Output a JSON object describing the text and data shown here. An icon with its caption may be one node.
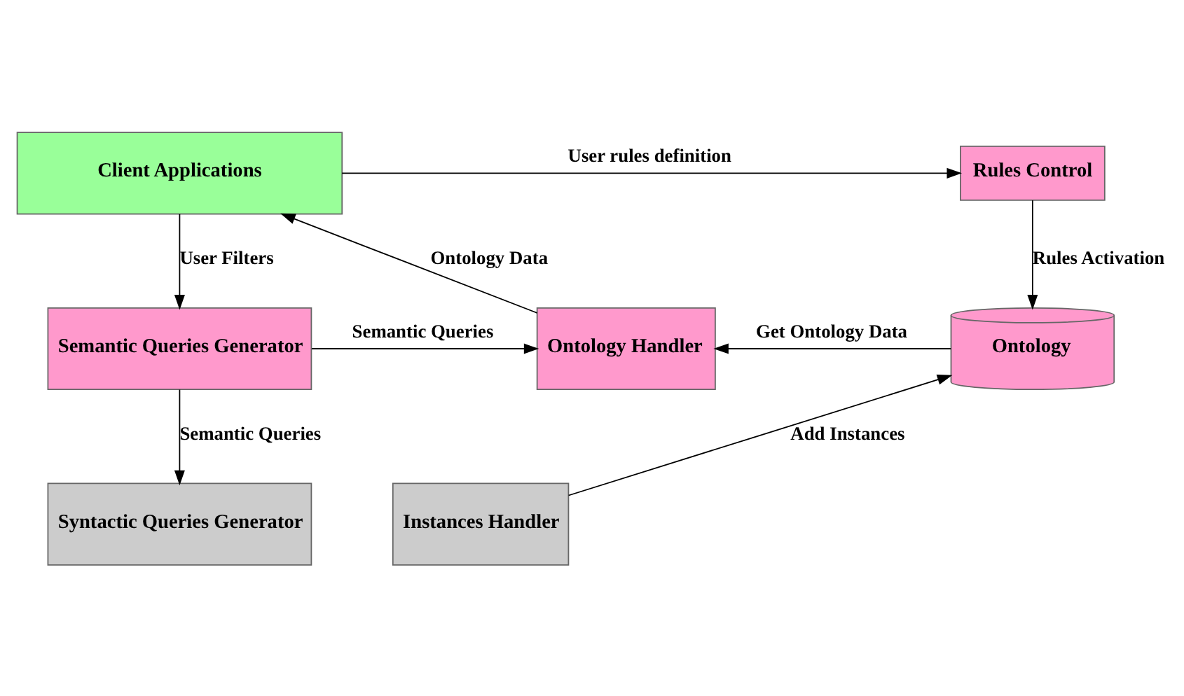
{
  "diagram": {
    "nodes": [
      {
        "text": [
          "Client Applications"
        ]
      },
      {
        "text": [
          "Rules Control"
        ]
      },
      {
        "text": [
          "Semantic Queries Generator"
        ]
      },
      {
        "text": [
          "Ontology Handler"
        ]
      },
      {
        "text": [
          "Ontology"
        ]
      },
      {
        "text": [
          "Syntactic Queries Generator"
        ]
      },
      {
        "text": [
          "Instances Handler"
        ]
      }
    ],
    "edges": [
      {
        "from": 0,
        "to": 1,
        "arrow": "to",
        "label": "User rules definition"
      },
      {
        "from": 0,
        "to": 2,
        "arrow": "to",
        "label": "User Filters"
      },
      {
        "from": 3,
        "to": 0,
        "arrow": "to",
        "label": "Ontology Data"
      },
      {
        "from": 1,
        "to": 4,
        "arrow": "to",
        "label": "Rules Activation"
      },
      {
        "from": 2,
        "to": 3,
        "arrow": "to",
        "label": "Semantic Queries"
      },
      {
        "from": 4,
        "to": 3,
        "arrow": "to",
        "label": "Get Ontology Data"
      },
      {
        "from": 2,
        "to": 5,
        "arrow": "to",
        "label": "Semantic Queries"
      },
      {
        "from": 6,
        "to": 4,
        "arrow": "to",
        "label": "Add Instances"
      }
    ]
  }
}
